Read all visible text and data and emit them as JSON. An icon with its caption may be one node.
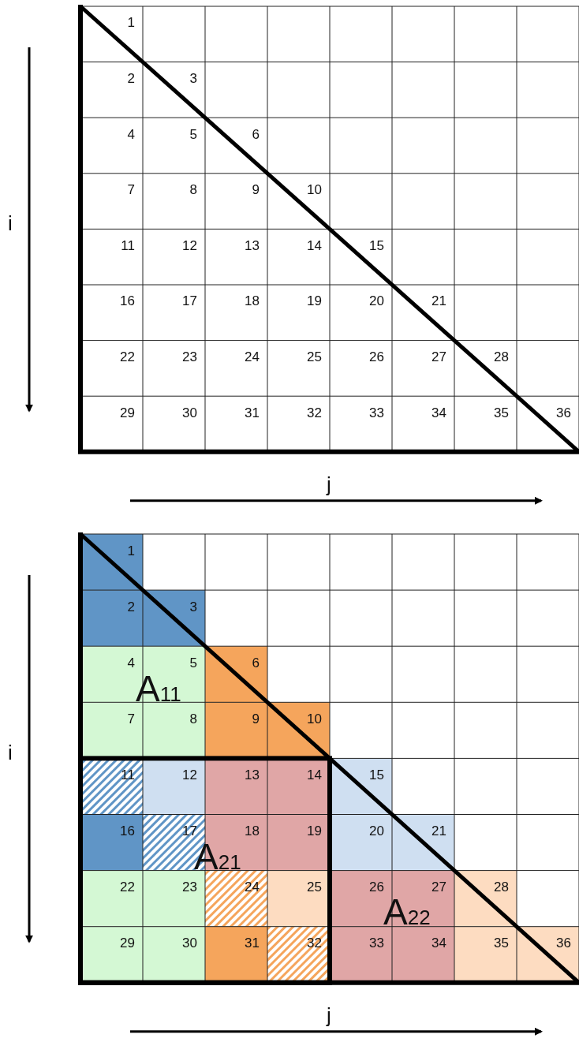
{
  "diagram": {
    "labels": [
      "1",
      "2",
      "3",
      "4",
      "5",
      "6",
      "7",
      "8",
      "9",
      "10",
      "11",
      "12",
      "13",
      "14",
      "15",
      "16",
      "17",
      "18",
      "19",
      "20",
      "21",
      "22",
      "23",
      "24",
      "25",
      "26",
      "27",
      "28",
      "29",
      "30",
      "31",
      "32",
      "33",
      "34",
      "35",
      "36",
      "i",
      "j",
      "1",
      "2",
      "3",
      "4",
      "5",
      "6",
      "7",
      "8",
      "9",
      "10",
      "11",
      "12",
      "13",
      "14",
      "15",
      "16",
      "17",
      "18",
      "19",
      "20",
      "21",
      "22",
      "23",
      "24",
      "25",
      "26",
      "27",
      "28",
      "29",
      "30",
      "31",
      "32",
      "33",
      "34",
      "35",
      "36",
      "A$_{11}$",
      "A$_{21}$",
      "A$_{22}$",
      "i",
      "j"
    ]
  }
}
